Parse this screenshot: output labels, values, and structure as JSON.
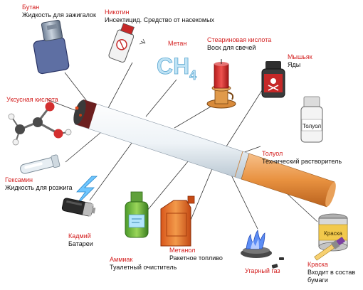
{
  "colors": {
    "label_name": "#d42020",
    "label_desc": "#111111",
    "connector": "#333333"
  },
  "items": [
    {
      "id": "butane",
      "name": "Бутан",
      "desc": "Жидкость для зажигалок",
      "icon": "lighter-icon"
    },
    {
      "id": "nicotine",
      "name": "Никотин",
      "desc": "Инсектицид. Средство от насекомых",
      "icon": "insecticide-spray-icon"
    },
    {
      "id": "methane",
      "name": "Метан",
      "desc": "",
      "icon": "ch4-formula-icon",
      "formula": "CH",
      "subscript": "4"
    },
    {
      "id": "stearic",
      "name": "Стеариновая кислота",
      "desc": "Воск для свечей",
      "icon": "candle-icon"
    },
    {
      "id": "arsenic",
      "name": "Мышьяк",
      "desc": "Яды",
      "icon": "poison-bottle-icon"
    },
    {
      "id": "acetic",
      "name": "Уксусная кислота",
      "desc": "",
      "icon": "molecule-icon"
    },
    {
      "id": "toluene",
      "name": "Толуол",
      "desc": "Технический растворитель",
      "icon": "toluene-bottle-icon",
      "bottle_label": "Толуол"
    },
    {
      "id": "hexamine",
      "name": "Гексамин",
      "desc": "Жидкость для розжига",
      "icon": "test-tube-icon"
    },
    {
      "id": "cadmium",
      "name": "Кадмий",
      "desc": "Батареи",
      "icon": "battery-icon"
    },
    {
      "id": "ammonia",
      "name": "Аммиак",
      "desc": "Туалетный очиститель",
      "icon": "cleaner-bottle-icon"
    },
    {
      "id": "methanol",
      "name": "Метанол",
      "desc": "Ракетное топливо",
      "icon": "canister-icon"
    },
    {
      "id": "co",
      "name": "Угарный газ",
      "desc": "",
      "icon": "gas-flame-icon"
    },
    {
      "id": "paint",
      "name": "Краска",
      "desc": "Входит в состав бумаги",
      "icon": "paint-can-icon",
      "can_label": "Краска"
    }
  ]
}
